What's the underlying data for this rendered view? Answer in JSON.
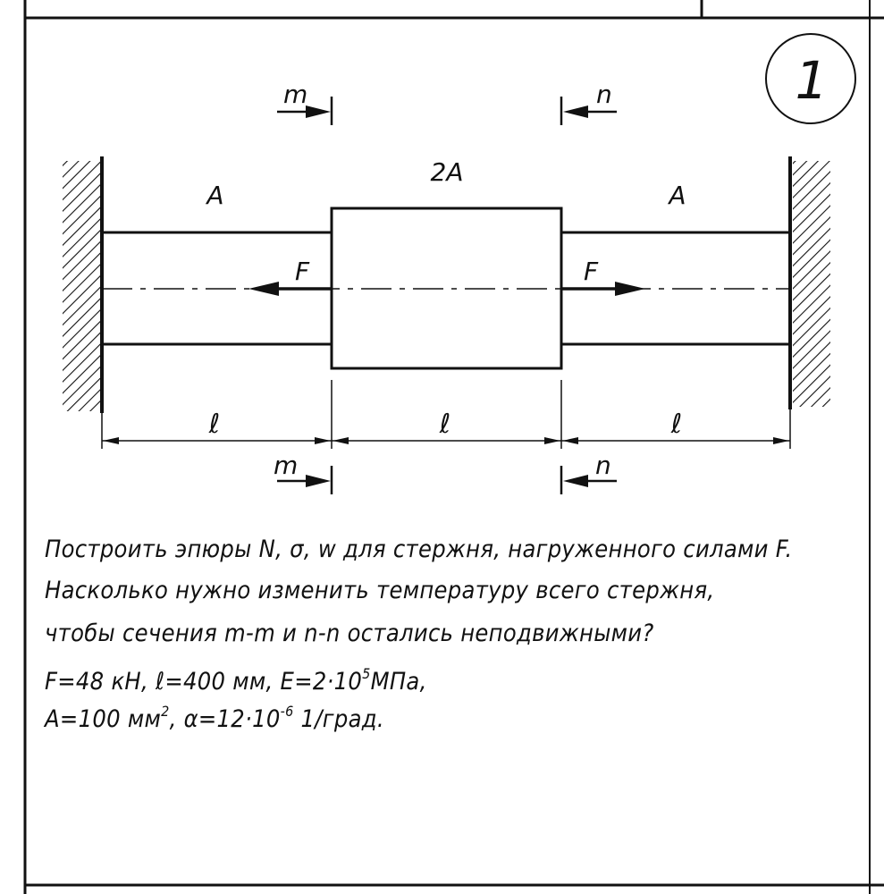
{
  "problem_number": "1",
  "labels": {
    "section_m": "m",
    "section_n": "n",
    "area_left": "A",
    "area_middle": "2A",
    "area_right": "A",
    "force_left": "F",
    "force_right": "F",
    "length_left": "ℓ",
    "length_middle": "ℓ",
    "length_right": "ℓ"
  },
  "task": {
    "line1": "Построить эпюры N, σ, w для стержня, нагруженного силами F.",
    "line2": "Насколько нужно изменить температуру всего стержня,",
    "line3": "чтобы сечения  m-m и n-n остались неподвижными?",
    "given1_a": "F=48 кН, ℓ=400 мм, E=2·10",
    "given1_exp": "5",
    "given1_b": "МПа,",
    "given2_a": "A=100 мм",
    "given2_exp": "2",
    "given2_b": ", α=12·10",
    "given2_exp2": "-6",
    "given2_c": " 1/град."
  }
}
